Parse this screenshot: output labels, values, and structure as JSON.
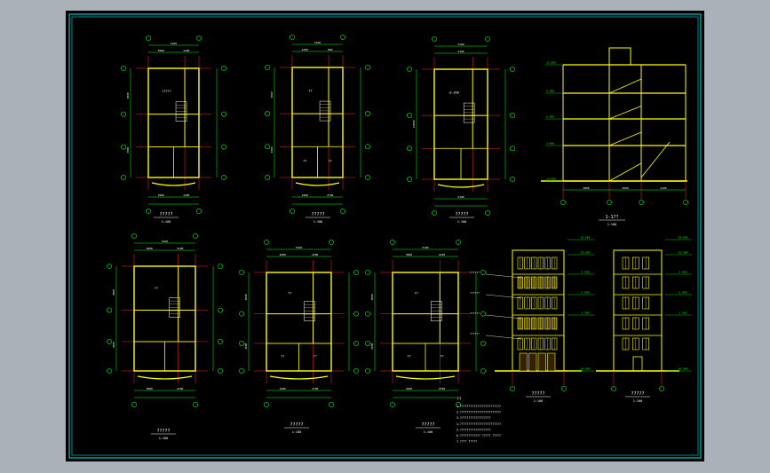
{
  "drawing": {
    "plans": [
      {
        "title": "?????",
        "scale": "1:100",
        "top_dims": [
          "3900",
          "1200"
        ],
        "total_dim": "5100",
        "bottom_dims": [
          "3900",
          "1200"
        ],
        "side_dims": [
          "3000",
          "2000"
        ],
        "room_labels": [
          "?????"
        ]
      },
      {
        "title": "?????",
        "scale": "1:100",
        "top_dims": [
          "4300",
          "800"
        ],
        "total_dim": "5100",
        "bottom_dims": [
          "2400",
          "2700"
        ],
        "side_dims": [
          "2800",
          "3300"
        ],
        "room_labels": [
          "??",
          "??",
          "??"
        ]
      },
      {
        "title": "?????",
        "scale": "1:100",
        "top_dims": [
          "5100"
        ],
        "total_dim": "5100",
        "bottom_dims": [
          "5100"
        ],
        "side_dims": [
          "12800"
        ],
        "room_labels": [
          "-0.050"
        ]
      },
      {
        "title": "?????",
        "scale": "1:100",
        "top_dims": [
          "2000",
          "3100"
        ],
        "total_dim": "5100",
        "bottom_dims": [
          "3000",
          "2100"
        ],
        "side_dims": [
          "4800",
          "3600"
        ],
        "room_labels": [
          "??"
        ]
      },
      {
        "title": "?????",
        "scale": "1:100",
        "top_dims": [
          "2600",
          "2500"
        ],
        "total_dim": "5100",
        "bottom_dims": [
          "2400",
          "2700"
        ],
        "side_dims": [
          "3600",
          "4000"
        ],
        "room_labels": [
          "??",
          "??",
          "??"
        ]
      },
      {
        "title": "?????",
        "scale": "1:100",
        "top_dims": [
          "3000",
          "2100"
        ],
        "total_dim": "5100",
        "bottom_dims": [
          "2400",
          "2700"
        ],
        "side_dims": [
          "3600",
          "4000"
        ],
        "room_labels": [
          "??",
          "??",
          "??"
        ]
      }
    ],
    "section": {
      "title": "1-1??",
      "scale": "1:100",
      "bottom_dims": [
        "4800",
        "3900",
        "4100"
      ],
      "levels": [
        "12.600",
        "9.900",
        "6.900",
        "3.900",
        "±0.000"
      ]
    },
    "elevations": [
      {
        "title": "?????",
        "scale": "1:100",
        "levels": [
          "15.600",
          "12.900",
          "9.900",
          "6.900",
          "3.900",
          "±0.000"
        ],
        "notes": [
          "??????",
          "??????",
          "??????",
          "??????"
        ]
      },
      {
        "title": "?????",
        "scale": "1:100",
        "levels": [
          "15.600",
          "12.900",
          "9.900",
          "6.900",
          "3.900",
          "±0.000"
        ]
      }
    ],
    "notes": {
      "heading": "??",
      "lines": [
        "1.????????????????????????",
        "2.????????????????????????",
        "3.??????????????????",
        "4.????????????????????????",
        "5.??????????????????",
        "6.???????????? ????? ?????",
        "7.???? ?????"
      ]
    },
    "colors": {
      "sheet": "#000000",
      "border": "#00e6e6",
      "wall": "#ffff00",
      "axis": "#ff2a2a",
      "dim": "#00ff00",
      "text": "#ffffff",
      "background": "#aab1b9"
    }
  }
}
